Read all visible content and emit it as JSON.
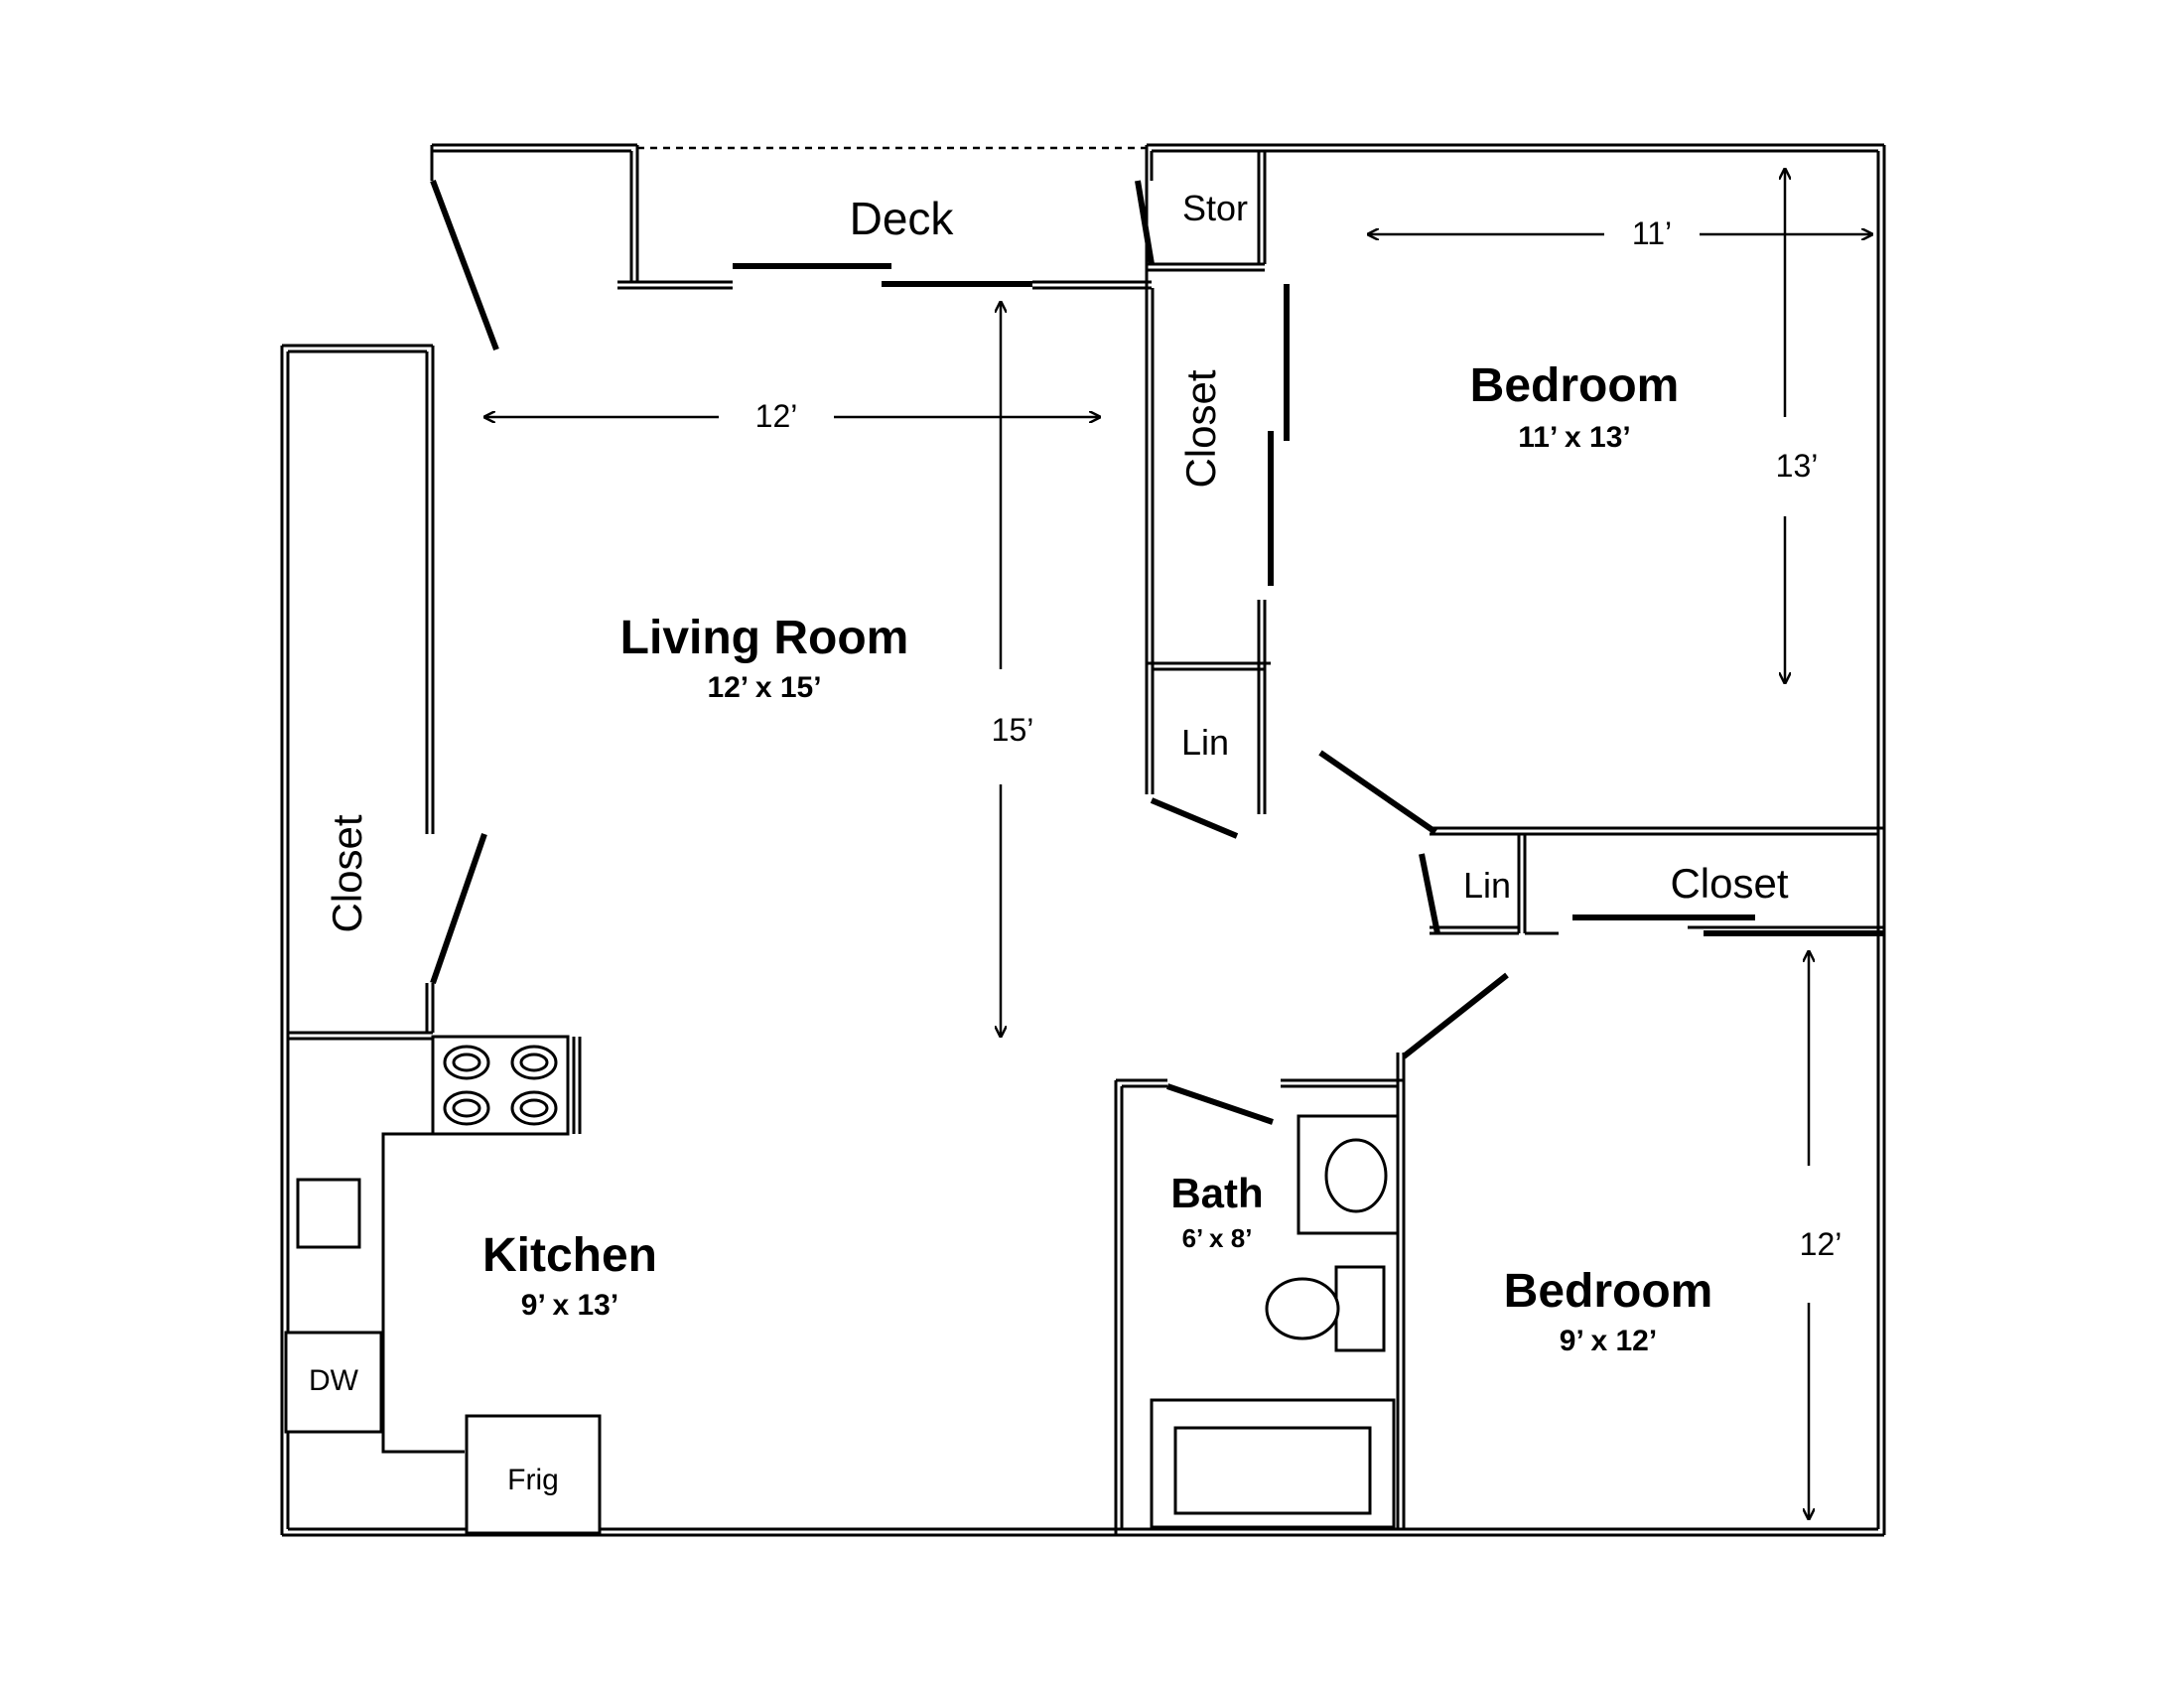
{
  "rooms": {
    "living_room": {
      "name": "Living Room",
      "size": "12’ x 15’"
    },
    "kitchen": {
      "name": "Kitchen",
      "size": "9’ x 13’"
    },
    "bedroom_1": {
      "name": "Bedroom",
      "size": "11’ x 13’"
    },
    "bedroom_2": {
      "name": "Bedroom",
      "size": "9’ x 12’"
    },
    "bath": {
      "name": "Bath",
      "size": "6’ x 8’"
    }
  },
  "labels": {
    "deck": "Deck",
    "storage": "Stor",
    "closet_living": "Closet",
    "closet_bedroom1": "Closet",
    "closet_hall": "Closet",
    "linen_1": "Lin",
    "linen_2": "Lin",
    "dishwasher": "DW",
    "fridge": "Frig"
  },
  "dimensions": {
    "living_width": "12’",
    "living_depth": "15’",
    "bedroom1_width": "11’",
    "bedroom1_depth": "13’",
    "bedroom2_depth": "12’"
  }
}
